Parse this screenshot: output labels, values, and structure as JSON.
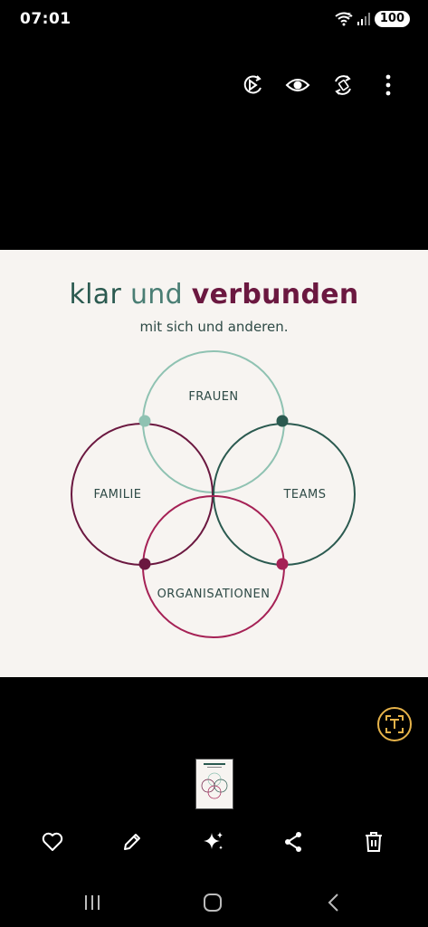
{
  "status_bar": {
    "time": "07:01",
    "battery": "100",
    "network": "5"
  },
  "toolbar": {
    "icons": [
      "remaster-icon",
      "eye-icon",
      "rotate-icon",
      "more-icon"
    ]
  },
  "image": {
    "headline_part1": "klar",
    "headline_part2": "und",
    "headline_part3": "verbunden",
    "subline": "mit sich und anderen.",
    "circles": {
      "top": "FRAUEN",
      "left": "FAMILIE",
      "right": "TEAMS",
      "bottom": "ORGANISATIONEN"
    },
    "colors": {
      "frauen": "#8fc2b2",
      "familie": "#6b1840",
      "teams": "#2b5a50",
      "organisationen": "#a52155"
    }
  },
  "actions": [
    "heart-icon",
    "edit-icon",
    "sparkle-icon",
    "share-icon",
    "delete-icon"
  ],
  "nav": [
    "recent-apps-icon",
    "home-icon",
    "back-icon"
  ]
}
